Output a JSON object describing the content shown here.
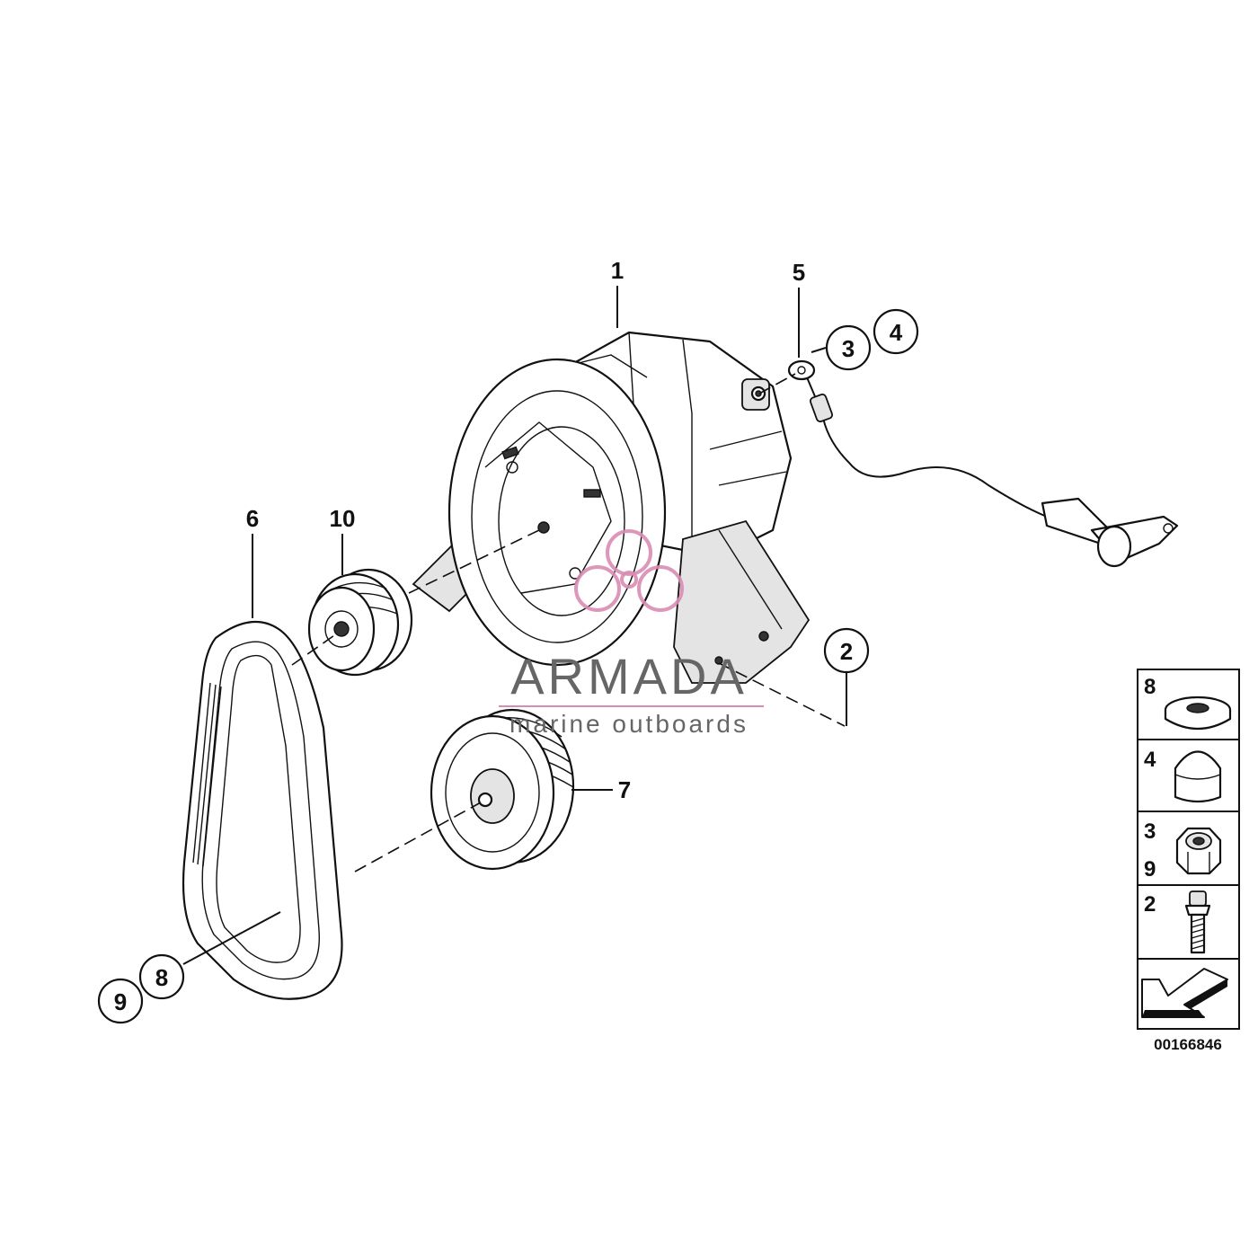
{
  "callouts": {
    "c1": "1",
    "c2": "2",
    "c3": "3",
    "c4": "4",
    "c5": "5",
    "c6": "6",
    "c7": "7",
    "c8": "8",
    "c9": "9",
    "c10": "10"
  },
  "legend": {
    "items": [
      {
        "labels": [
          "8"
        ],
        "icon": "washer-icon"
      },
      {
        "labels": [
          "4"
        ],
        "icon": "cap-icon"
      },
      {
        "labels": [
          "3",
          "9"
        ],
        "icon": "hex-nut-icon"
      },
      {
        "labels": [
          "2"
        ],
        "icon": "bolt-icon"
      }
    ],
    "arrow_icon": "direction-arrow-icon"
  },
  "diagram_number": "00166846",
  "watermark": {
    "brand": "ARMADA",
    "tagline": "marine outboards",
    "color": "#d98cb3"
  }
}
